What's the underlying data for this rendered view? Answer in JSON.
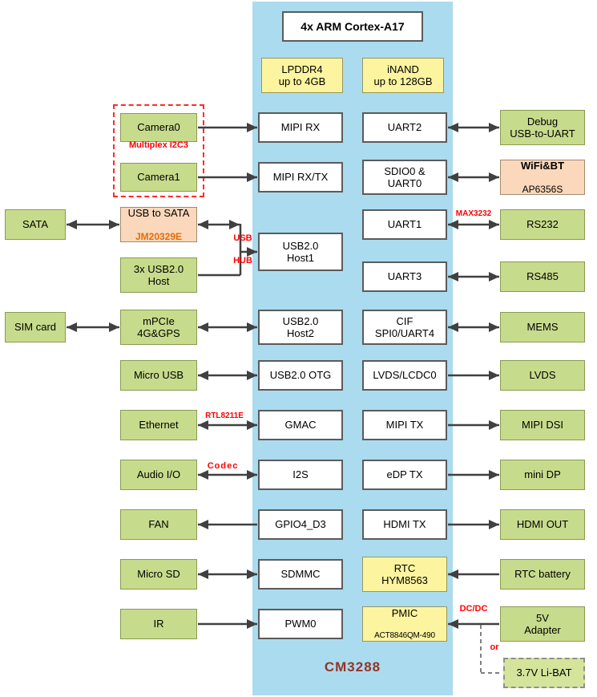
{
  "module": {
    "cpu": "4x ARM Cortex-A17",
    "name": "CM3288",
    "lpddr4": "LPDDR4\nup to 4GB",
    "inand": "iNAND\nup to 128GB",
    "ports": {
      "mipi_rx": "MIPI RX",
      "uart2": "UART2",
      "mipi_rxtx": "MIPI RX/TX",
      "sdio0_uart0": "SDIO0 &\nUART0",
      "uart1": "UART1",
      "usb_host1": "USB2.0\nHost1",
      "uart3": "UART3",
      "usb_host2": "USB2.0\nHost2",
      "cif": "CIF\nSPI0/UART4",
      "usb_otg": "USB2.0 OTG",
      "lvds_lcdc0": "LVDS/LCDC0",
      "gmac": "GMAC",
      "mipi_tx": "MIPI TX",
      "i2s": "I2S",
      "edp_tx": "eDP TX",
      "gpio4_d3": "GPIO4_D3",
      "hdmi_tx": "HDMI TX",
      "sdmmc": "SDMMC",
      "rtc": "RTC\nHYM8563",
      "pwm0": "PWM0",
      "pmic_name": "PMIC",
      "pmic_part": "ACT8846QM-490"
    }
  },
  "left": {
    "camera0": "Camera0",
    "camera1": "Camera1",
    "multiplex": "Multiplex I2C3",
    "sata": "SATA",
    "usb_to_sata": "USB to SATA",
    "usb_to_sata_part": "JM20329E",
    "usb_3x_host": "3x USB2.0\nHost",
    "sim_card": "SIM card",
    "mpcie": "mPCIe\n4G&GPS",
    "micro_usb": "Micro USB",
    "ethernet": "Ethernet",
    "audio_io": "Audio I/O",
    "fan": "FAN",
    "micro_sd": "Micro SD",
    "ir": "IR"
  },
  "right": {
    "debug": "Debug\nUSB-to-UART",
    "wifi_bt": "WiFi&BT",
    "wifi_part": "AP6356S",
    "rs232": "RS232",
    "rs485": "RS485",
    "mems": "MEMS",
    "lvds": "LVDS",
    "mipi_dsi": "MIPI DSI",
    "mini_dp": "mini DP",
    "hdmi_out": "HDMI OUT",
    "rtc_battery": "RTC battery",
    "adapter_5v": "5V\nAdapter",
    "li_bat": "3.7V Li-BAT"
  },
  "bus_labels": {
    "usb": "USB",
    "hub": "HUB",
    "max3232": "MAX3232",
    "rtl8211e": "RTL8211E",
    "codec": "Codec",
    "dcdc": "DC/DC",
    "or": "or"
  },
  "colors": {
    "module_fill": "#ABDBEF",
    "peripheral_green": "#C7DB8C",
    "memory_yellow": "#FCF49F",
    "chip_salmon": "#FBD8BB",
    "annotation_red": "#FF0000",
    "part_orange": "#E36C0A",
    "module_name_color": "#943428",
    "arrow_color": "#404040"
  }
}
